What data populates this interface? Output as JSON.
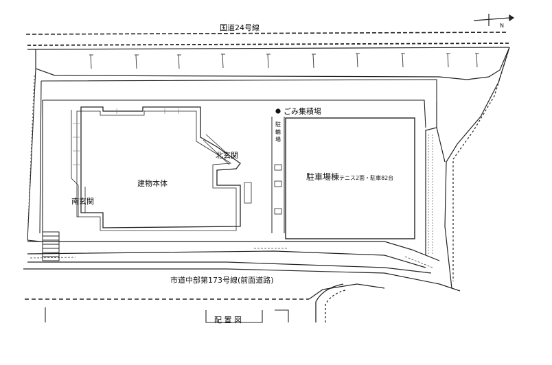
{
  "map": {
    "north_label": "N",
    "labels": {
      "national_route": "国道24号線",
      "city_road": "市道中部第173号線(前面道路)",
      "main_building": "建物本体",
      "north_entrance": "北玄関",
      "south_entrance": "南玄関",
      "parking_building": "駐車場棟",
      "parking_detail": "テニス2面・駐車82台",
      "garbage_area": "ごみ集積場",
      "bicycle_parking_1": "駐",
      "bicycle_parking_2": "輪",
      "bicycle_parking_3": "場",
      "layout_title": "配 置 図"
    }
  }
}
